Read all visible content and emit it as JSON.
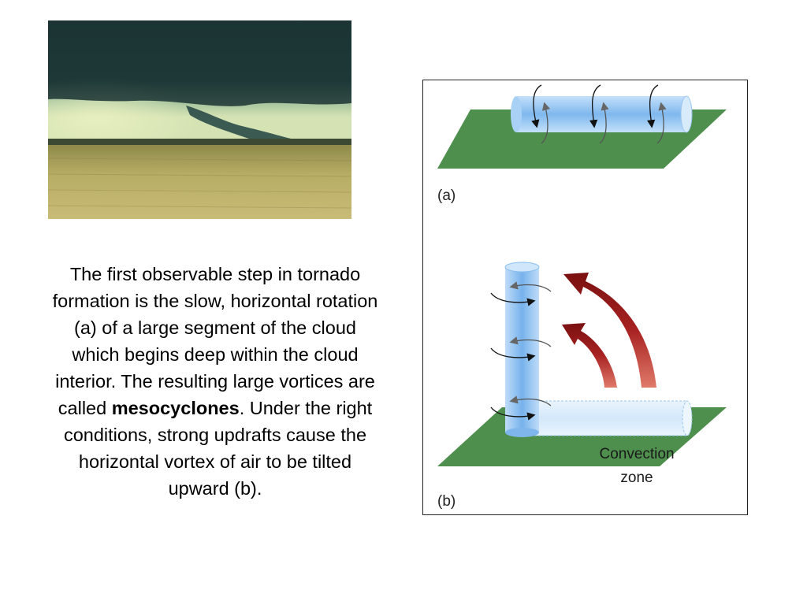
{
  "caption": {
    "part1": "The first observable step in tornado formation is the slow, horizontal rotation (a) of a large segment of the cloud which begins deep within the cloud interior. The resulting large vortices are called",
    "bold": "mesocyclones",
    "part2": ".  Under the right conditions, strong updrafts cause the horizontal vortex of air to be tilted upward (b)."
  },
  "figure": {
    "label_a": "(a)",
    "label_b": "(b)",
    "zone_line1": "Convection",
    "zone_line2": "zone"
  },
  "colors": {
    "ground": "#4e8f4e",
    "tube": "#8fc3f0",
    "updraft_arrow": "#8a1a1a"
  }
}
